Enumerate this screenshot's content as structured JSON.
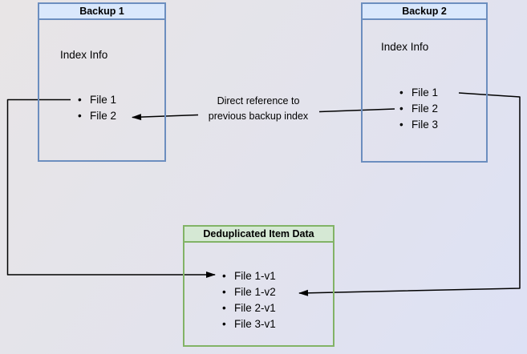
{
  "nodes": {
    "backup1": {
      "title": "Backup 1",
      "body_label": "Index Info",
      "items": [
        "File 1",
        "File 2"
      ]
    },
    "backup2": {
      "title": "Backup 2",
      "body_label": "Index Info",
      "items": [
        "File 1",
        "File 2",
        "File 3"
      ]
    },
    "dedup": {
      "title": "Deduplicated Item Data",
      "items": [
        "File 1-v1",
        "File 1-v2",
        "File 2-v1",
        "File 3-v1"
      ]
    }
  },
  "annotations": {
    "direct_reference": "Direct reference to previous backup index"
  },
  "colors": {
    "blue_node_fill": "#dae8fc",
    "blue_node_stroke": "#6c8ebf",
    "green_node_fill": "#d5e8d4",
    "green_node_stroke": "#82b366",
    "connector": "#000000",
    "background_start": "#e8e5e6",
    "background_end": "#dde1f5"
  }
}
